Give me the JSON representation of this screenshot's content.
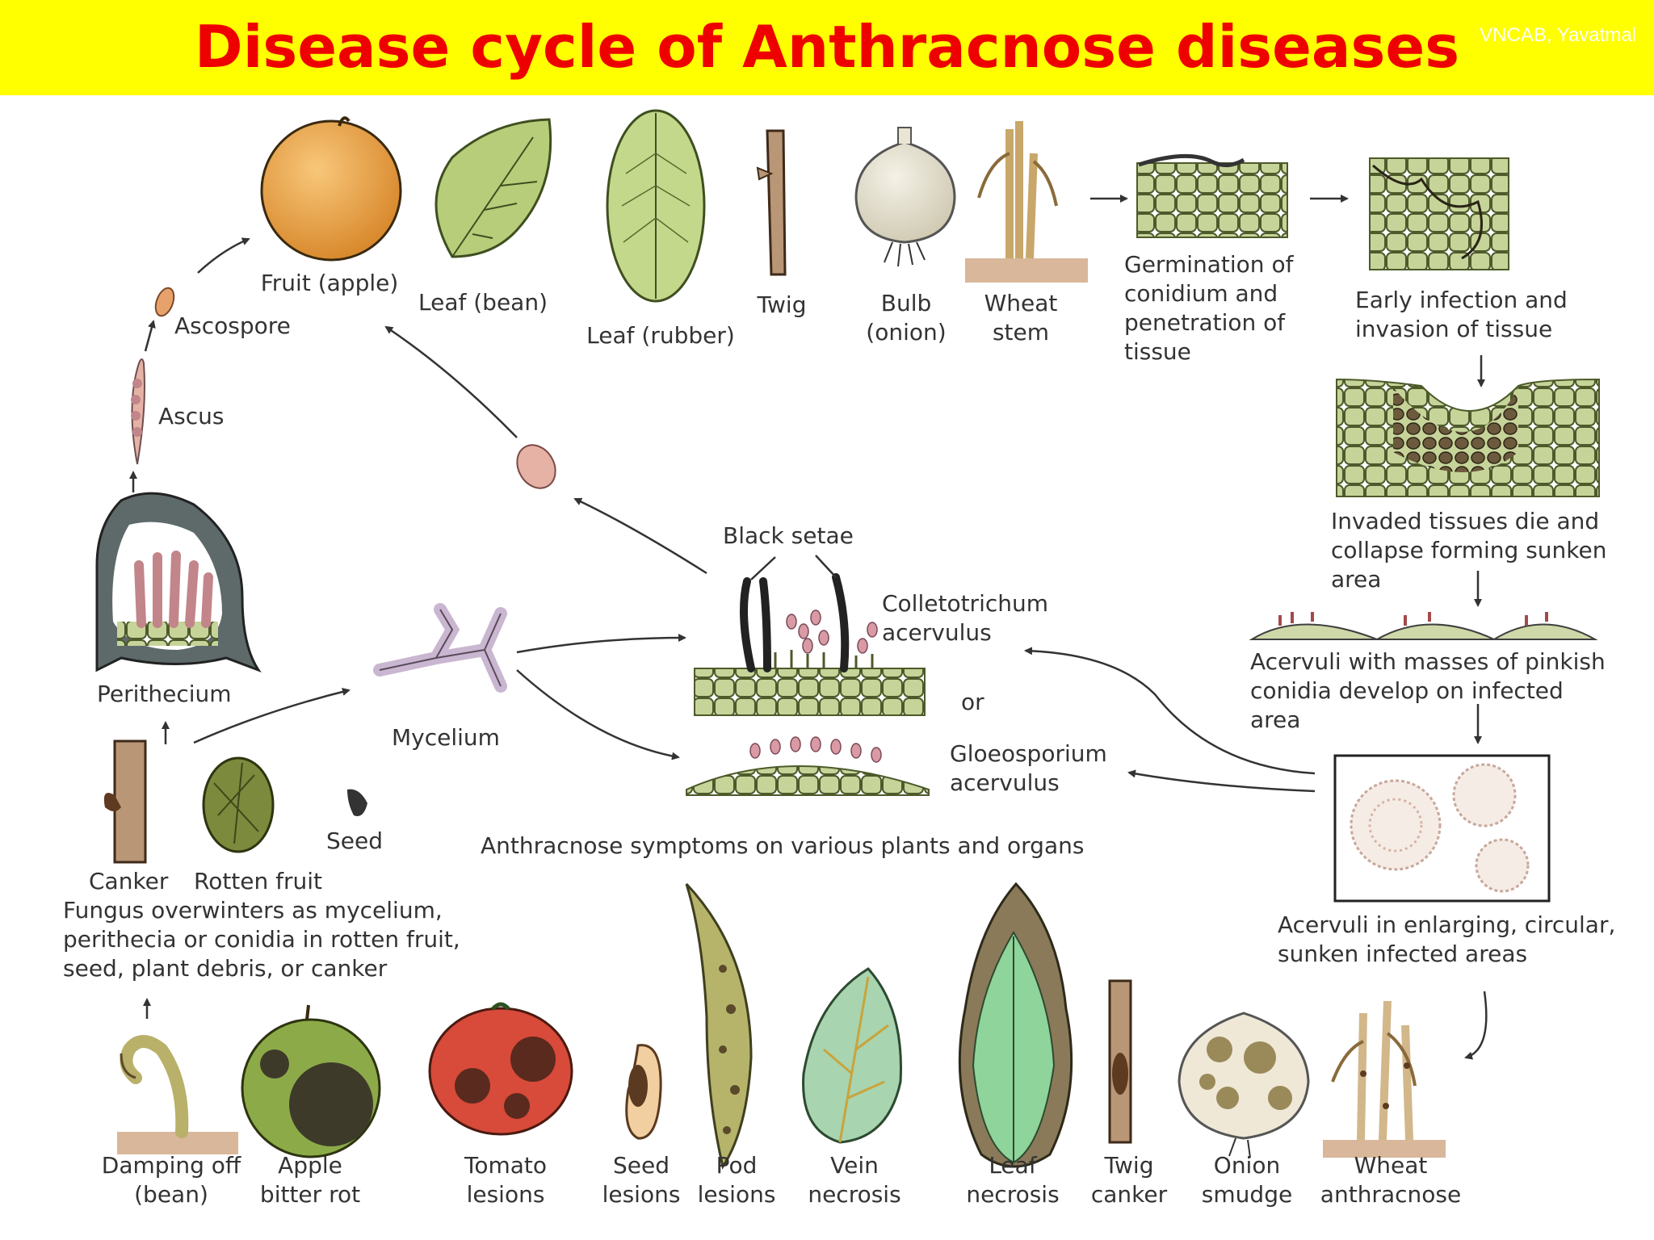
{
  "header": {
    "title": "Disease cycle of Anthracnose diseases",
    "watermark": "VNCAB, Yavatmal"
  },
  "top_hosts": {
    "fruit_apple": "Fruit (apple)",
    "leaf_bean": "Leaf (bean)",
    "leaf_rubber": "Leaf (rubber)",
    "twig": "Twig",
    "bulb_onion": "Bulb\n(onion)",
    "wheat_stem": "Wheat\nstem"
  },
  "infection_steps": {
    "germination": "Germination of\nconidium and\npenetration of\ntissue",
    "early_infection": "Early infection and\ninvasion of tissue",
    "collapse": "Invaded tissues die and\ncollapse forming sunken\narea",
    "acervuli_develop": "Acervuli with masses of pinkish\nconidia develop on infected\narea",
    "enlarging": "Acervuli in enlarging, circular,\nsunken infected areas"
  },
  "sexual_stage": {
    "ascospore": "Ascospore",
    "ascus": "Ascus",
    "perithecium": "Perithecium"
  },
  "overwintering": {
    "mycelium": "Mycelium",
    "canker": "Canker",
    "rotten_fruit": "Rotten fruit",
    "seed": "Seed",
    "note": "Fungus overwinters as mycelium,\nperithecia or conidia in rotten fruit,\nseed, plant debris, or canker"
  },
  "acervulus": {
    "black_setae": "Black setae",
    "colletotrichum": "Colletotrichum\nacervulus",
    "or": "or",
    "gloeosporium": "Gloeosporium\nacervulus"
  },
  "symptoms": {
    "heading": "Anthracnose symptoms on various plants and organs",
    "items": [
      "Damping off\n(bean)",
      "Apple\nbitter rot",
      "Tomato\nlesions",
      "Seed\nlesions",
      "Pod\nlesions",
      "Vein\nnecrosis",
      "Leaf\nnecrosis",
      "Twig\ncanker",
      "Onion\nsmudge",
      "Wheat\nanthracnose"
    ]
  },
  "colors": {
    "banner": "#ffff00",
    "title": "#ee0000",
    "cell_green": "#c6d49a",
    "apple": "#f2a548",
    "spore_pink": "#e6b2a6"
  }
}
